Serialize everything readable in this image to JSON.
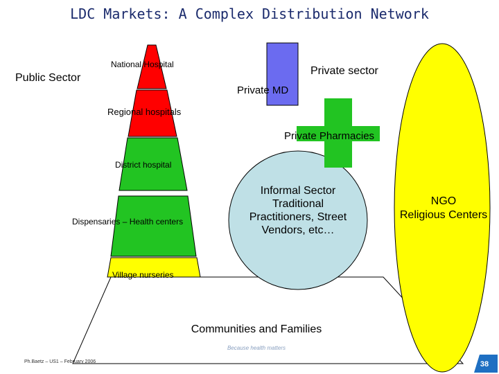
{
  "title": "LDC Markets: A Complex Distribution Network",
  "labels": {
    "public_sector": "Public Sector",
    "private_sector": "Private sector",
    "national_hospital": "National Hospital",
    "private_md": "Private MD",
    "regional_hospitals": "Regional hospitals",
    "private_pharmacies": "Private Pharmacies",
    "district_hospital": "District hospital",
    "dispensaries": "Dispensaries – Health centers",
    "informal_sector": [
      "Informal Sector",
      "Traditional",
      "Practitioners, Street",
      "Vendors, etc…"
    ],
    "ngo": [
      "NGO",
      "Religious Centers"
    ],
    "village_nurseries": "Village nurseries",
    "communities": "Communities and Families"
  },
  "footer": {
    "author": "Ph.Baetz – US1 – February 2006",
    "page_number": "38",
    "logo_tagline": "Because health matters"
  },
  "colors": {
    "title": "#1a2a6c",
    "red": "#ff0000",
    "green": "#22c422",
    "purple": "#6b6bf0",
    "light_blue": "#bfe0e6",
    "yellow": "#ffff00",
    "page_badge": "#1e6fc2"
  }
}
